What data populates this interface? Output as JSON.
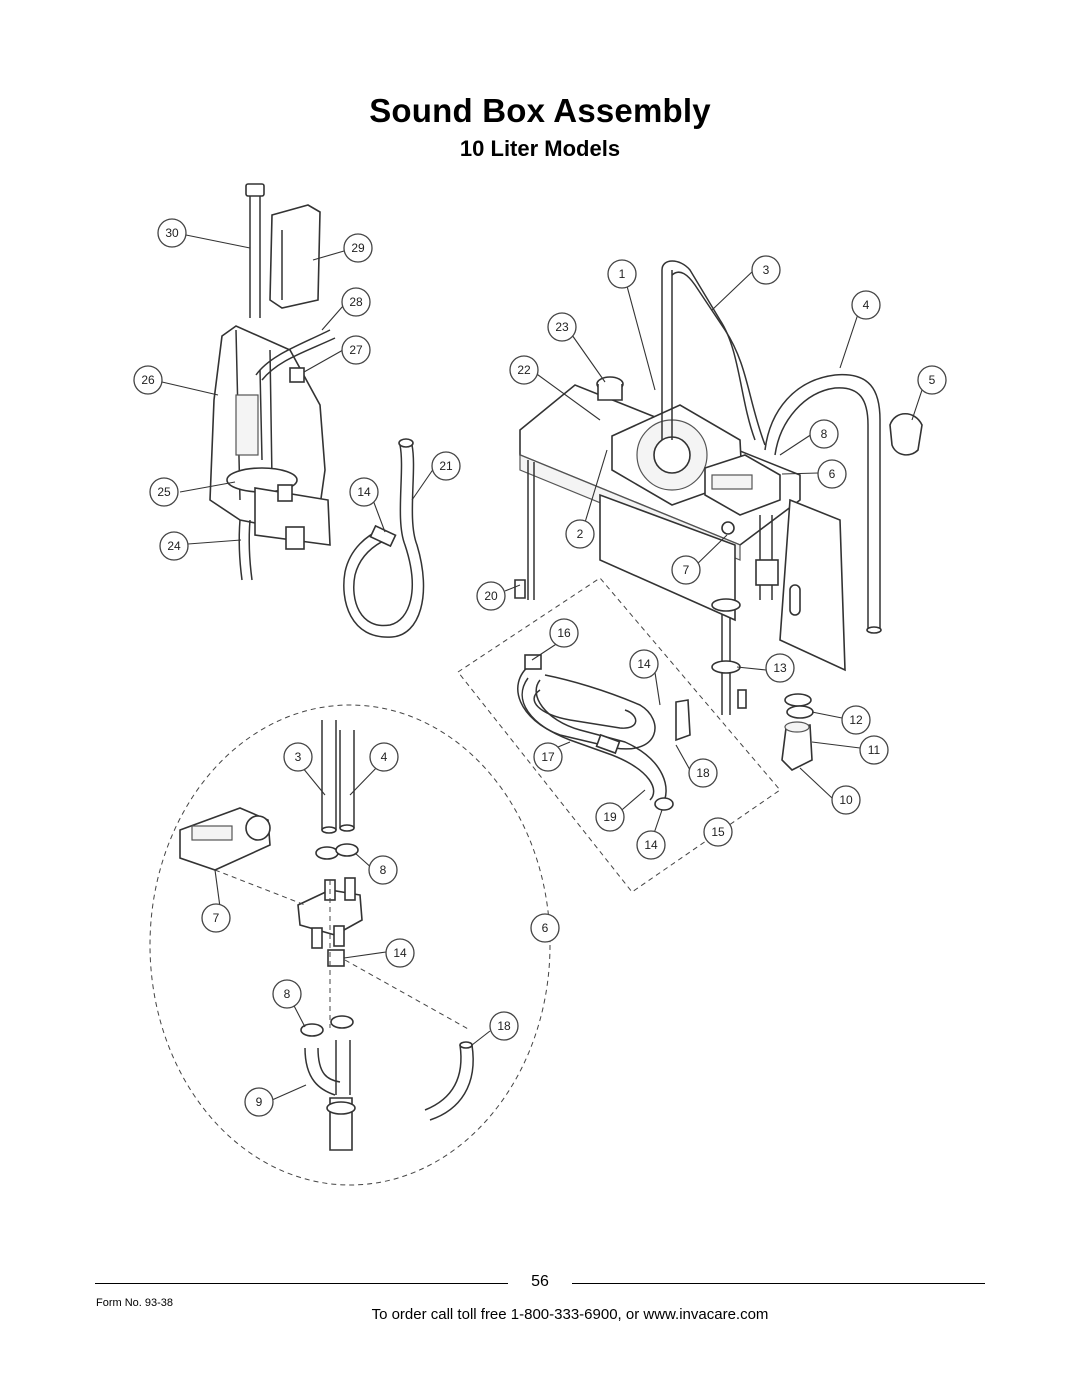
{
  "page": {
    "title": "Sound Box Assembly",
    "subtitle": "10 Liter Models"
  },
  "callouts": {
    "c30": "30",
    "c29": "29",
    "c28": "28",
    "c27": "27",
    "c26": "26",
    "c25": "25",
    "c24": "24",
    "c21": "21",
    "c14a": "14",
    "c20": "20",
    "c1": "1",
    "c3a": "3",
    "c4a": "4",
    "c5": "5",
    "c23": "23",
    "c22": "22",
    "c8a": "8",
    "c6a": "6",
    "c2": "2",
    "c7a": "7",
    "c16": "16",
    "c14b": "14",
    "c13": "13",
    "c12": "12",
    "c11": "11",
    "c17": "17",
    "c18a": "18",
    "c10": "10",
    "c19": "19",
    "c14c": "14",
    "c15": "15",
    "c3b": "3",
    "c4b": "4",
    "c8b": "8",
    "c7b": "7",
    "c6b": "6",
    "c14d": "14",
    "c8c": "8",
    "c18b": "18",
    "c9": "9"
  },
  "footer": {
    "page_number": "56",
    "form_no": "Form No.  93-38",
    "order_text": "To order call toll free 1-800-333-6900, or www.invacare.com"
  }
}
